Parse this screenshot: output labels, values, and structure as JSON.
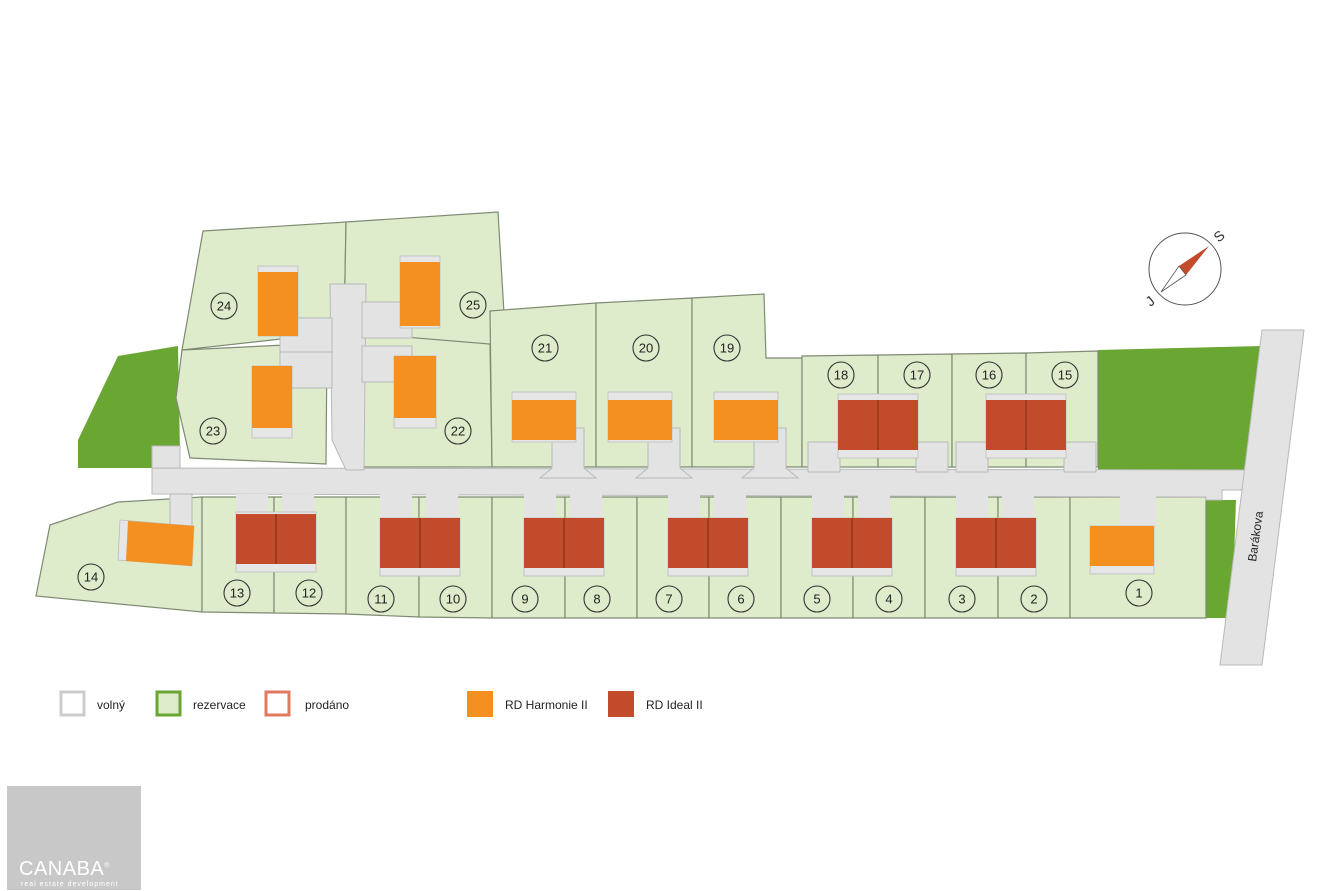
{
  "map": {
    "lots": [
      "1",
      "2",
      "3",
      "4",
      "5",
      "6",
      "7",
      "8",
      "9",
      "10",
      "11",
      "12",
      "13",
      "14",
      "15",
      "16",
      "17",
      "18",
      "19",
      "20",
      "21",
      "22",
      "23",
      "24",
      "25"
    ],
    "street_name": "Barákova",
    "compass_letters": [
      "S",
      "J"
    ]
  },
  "legend": {
    "items": [
      {
        "label": "volný",
        "swatch_fill": "#ffffff",
        "swatch_border": "#cccccc"
      },
      {
        "label": "rezervace",
        "swatch_fill": "#dfeccb",
        "swatch_border": "#6aa632"
      },
      {
        "label": "prodáno",
        "swatch_fill": "#ffffff",
        "swatch_border": "#e07a5f"
      },
      {
        "label": "RD Harmonie II",
        "swatch_fill": "#f39020"
      },
      {
        "label": "RD Ideal II",
        "swatch_fill": "#c24b2c"
      }
    ]
  },
  "logo": {
    "name": "CANABA",
    "registered": "®",
    "tagline": "real estate development"
  }
}
